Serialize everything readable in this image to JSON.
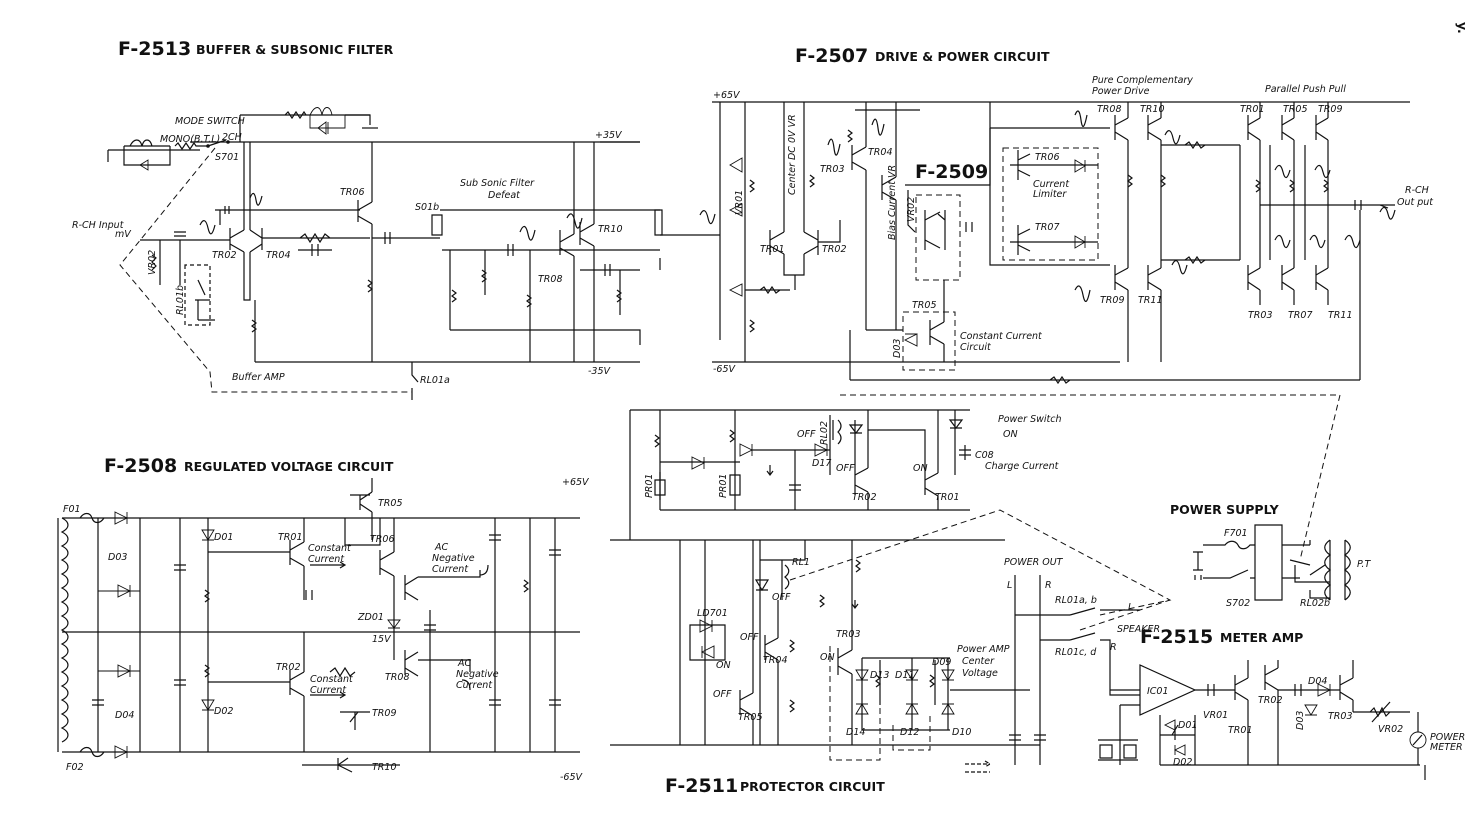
{
  "blocks": {
    "f2513": {
      "code": "F-2513",
      "name": "BUFFER & SUBSONIC FILTER"
    },
    "f2507": {
      "code": "F-2507",
      "name": "DRIVE & POWER CIRCUIT"
    },
    "f2509": {
      "code": "F-2509"
    },
    "f2508": {
      "code": "F-2508",
      "name": "REGULATED VOLTAGE CIRCUIT"
    },
    "f2511": {
      "code": "F-2511",
      "name": "PROTECTOR CIRCUIT"
    },
    "f2515": {
      "code": "F-2515",
      "name": "METER AMP"
    },
    "power_supply": {
      "name": "POWER SUPPLY"
    }
  },
  "labels": {
    "mode_switch": "MODE SWITCH",
    "mono_btl": "MONO(B.T.L)",
    "two_ch": "2CH",
    "s701": "S701",
    "rch_input": "R-CH Input",
    "mv": "mV",
    "vr02_in": "VR02",
    "rl01b": "RL01b",
    "buffer_amp": "Buffer AMP",
    "tr02_buf": "TR02",
    "tr04_buf": "TR04",
    "tr06_buf": "TR06",
    "s01b": "S01b",
    "subsonic": "Sub Sonic Filter",
    "defeat": "Defeat",
    "tr08_sub": "TR08",
    "tr10_sub": "TR10",
    "rl01a": "RL01a",
    "plus35": "+35V",
    "minus35": "-35V",
    "plus65": "+65V",
    "minus65": "-65V",
    "center_dc": "Center DC 0V VR",
    "vr01": "VR01",
    "tr01_drv": "TR01",
    "tr02_drv": "TR02",
    "tr03_drv": "TR03",
    "tr04_drv": "TR04",
    "bias_vr": "Bias Current VR",
    "vr02_bias": "VR02",
    "tr05_cc": "TR05",
    "d03_cc": "D03",
    "constant_current": "Constant Current",
    "circuit": "Circuit",
    "pure1": "Pure Complementary",
    "pure2": "Power Drive",
    "parallel": "Parallel Push Pull",
    "tr08_pd": "TR08",
    "tr10_pd": "TR10",
    "tr01_pp": "TR01",
    "tr05_pp": "TR05",
    "tr09_pp": "TR09",
    "tr06_lim": "TR06",
    "tr07_lim": "TR07",
    "current1": "Current",
    "limiter": "Limiter",
    "tr09_pd": "TR09",
    "tr11_pd": "TR11",
    "tr03_pp": "TR03",
    "tr07_pp": "TR07",
    "tr11_pp": "TR11",
    "rch_out1": "R-CH",
    "rch_out2": "Out put",
    "f01": "F01",
    "f02": "F02",
    "d03_rv": "D03",
    "d04_rv": "D04",
    "d01_rv": "D01",
    "d02_rv": "D02",
    "tr01_rv": "TR01",
    "tr02_rv": "TR02",
    "tr05_rv": "TR05",
    "tr06_rv": "TR06",
    "tr08_rv": "TR08",
    "tr09_rv": "TR09",
    "tr10_rv": "TR10",
    "cc1a": "Constant",
    "cc1b": "Current",
    "cc2a": "Constant",
    "cc2b": "Current",
    "acn1a": "AC",
    "acn1b": "Negative",
    "acn1c": "Current",
    "acn2a": "AC",
    "acn2b": "Negative",
    "acn2c": "Current",
    "zd01": "ZD01",
    "v15": "15V",
    "plus65_rv": "+65V",
    "minus65_rv": "-65V",
    "power_switch": "Power Switch",
    "on_arrow": "ON",
    "charge_current": "Charge Current",
    "c08": "C08",
    "rl02": "RL02",
    "off_p1": "OFF",
    "d17": "D17",
    "off_p2": "OFF",
    "on_p1": "ON",
    "tr02_pr": "TR02",
    "tr01_pr": "TR01",
    "pr01": "PR01",
    "pr01b": "PR01",
    "rl1": "RL1",
    "off_rl": "OFF",
    "ld701": "LD701",
    "on_ld": "ON",
    "off_tr04": "OFF",
    "tr04_pr": "TR04",
    "off_tr05": "OFF",
    "tr05_pr": "TR05",
    "on_tr03": "ON",
    "tr03_pr": "TR03",
    "d13": "D13",
    "d11": "D11",
    "d09": "D09",
    "d14": "D14",
    "d12": "D12",
    "d10": "D10",
    "pa_center1": "Power AMP",
    "pa_center2": "Center",
    "pa_center3": "Voltage",
    "power_out": "POWER OUT",
    "L": "L",
    "R": "R",
    "rl01ab": "RL01a, b",
    "rl01cd": "RL01c, d",
    "speaker": "SPEAKER",
    "L2": "L",
    "R2": "R",
    "f701": "F701",
    "s702": "S702",
    "rl02b": "RL02b",
    "pt": "P.T",
    "ic01": "IC01",
    "vr01_m": "VR01",
    "d01_m": "D01",
    "d02_m": "D02",
    "tr01_m": "TR01",
    "tr02_m": "TR02",
    "d03_m": "D03",
    "d04_m": "D04",
    "tr03_m": "TR03",
    "vr02_m": "VR02",
    "power_meter1": "POWER",
    "power_meter2": "METER",
    "edge": "y."
  }
}
